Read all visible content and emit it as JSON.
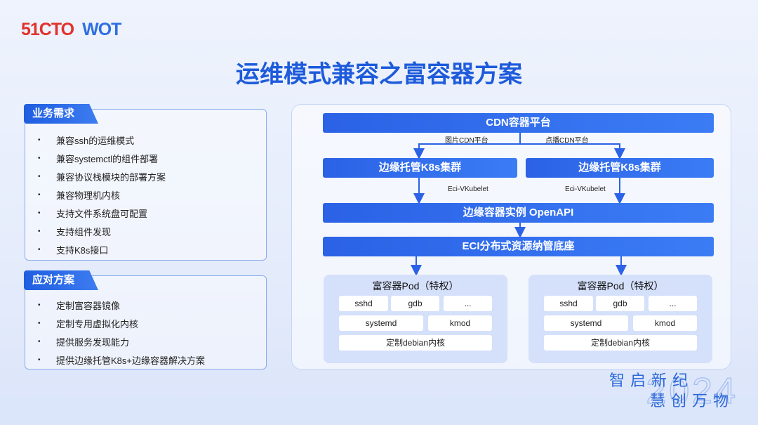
{
  "logo": {
    "a": "51CTO",
    "b": "WOT"
  },
  "title": "运维模式兼容之富容器方案",
  "biz": {
    "tag": "业务需求",
    "items": [
      "兼容ssh的运维模式",
      "兼容systemctl的组件部署",
      "兼容协议栈模块的部署方案",
      "兼容物理机内核",
      "支持文件系统盘可配置",
      "支持组件发现",
      "支持K8s接口"
    ]
  },
  "sol": {
    "tag": "应对方案",
    "items": [
      "定制富容器镜像",
      "定制专用虚拟化内核",
      "提供服务发现能力",
      "提供边缘托管K8s+边缘容器解决方案"
    ]
  },
  "dg": {
    "cdn": "CDN容器平台",
    "img": "图片CDN平台",
    "vod": "点播CDN平台",
    "k8s": "边缘托管K8s集群",
    "eci": "Eci-VKubelet",
    "api": "边缘容器实例 OpenAPI",
    "base": "ECI分布式资源纳管底座",
    "pod": {
      "title": "富容器Pod（特权）",
      "sshd": "sshd",
      "gdb": "gdb",
      "more": "...",
      "systemd": "systemd",
      "kmod": "kmod",
      "kernel": "定制debian内核"
    }
  },
  "slogan": {
    "l1": "智启新纪",
    "l2": "慧创万物",
    "year": "2024"
  }
}
